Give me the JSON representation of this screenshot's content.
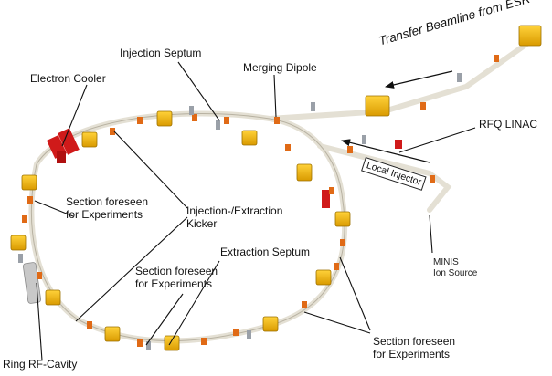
{
  "labels": {
    "injection_septum": "Injection Septum",
    "merging_dipole": "Merging Dipole",
    "transfer_beamline": "Transfer Beamline from ESR",
    "electron_cooler": "Electron Cooler",
    "rfq_linac": "RFQ LINAC",
    "local_injector": "Local Injector",
    "section_left": "Section foreseen\nfor Experiments",
    "kicker": "Injection-/Extraction\nKicker",
    "extraction_septum": "Extraction Septum",
    "section_middle": "Section foreseen\nfor Experiments",
    "minis": "MINIS\nIon Source",
    "section_bottom_right": "Section foreseen\nfor Experiments",
    "ring_rf_cavity": "Ring RF-Cavity"
  },
  "colors": {
    "beam_pipe": "#e4e0d4",
    "magnet_yellow": "#f0b400",
    "magnet_orange": "#e06a16",
    "electron_cooler_red": "#d01a1a",
    "component_grey": "#9aa0a8",
    "leader_line": "#111111"
  }
}
